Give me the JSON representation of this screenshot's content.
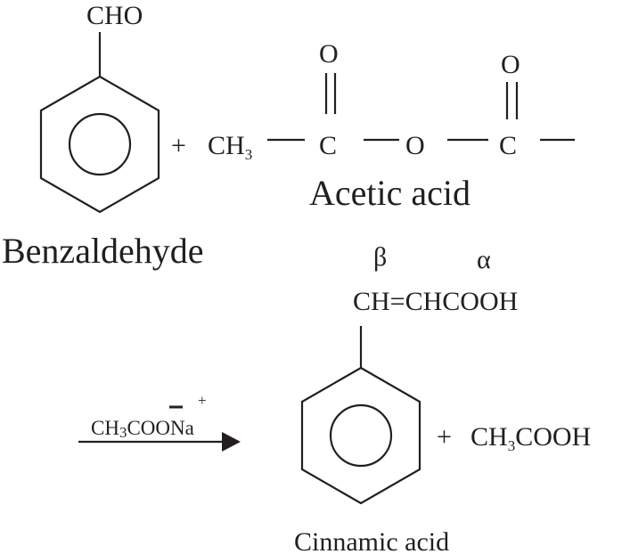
{
  "reaction": {
    "reactant1": {
      "substituent": "CHO",
      "name": "Benzaldehyde"
    },
    "plus1": "+",
    "reactant2": {
      "methyl_main": "CH",
      "methyl_sub": "3",
      "carbon1": "C",
      "oxygen1": "O",
      "bridge_oxygen": "O",
      "carbon2": "C",
      "oxygen2": "O",
      "name": "Acetic acid"
    },
    "catalyst": {
      "prefix": "CH",
      "sub": "3",
      "suffix": "COONa",
      "minus": "−",
      "plus": "+"
    },
    "product1": {
      "beta": "β",
      "alpha": "α",
      "sidechain": "CH=CHCOOH",
      "name": "Cinnamic acid"
    },
    "plus2": "+",
    "product2": {
      "prefix": "CH",
      "sub": "3",
      "suffix": "COOH"
    }
  }
}
